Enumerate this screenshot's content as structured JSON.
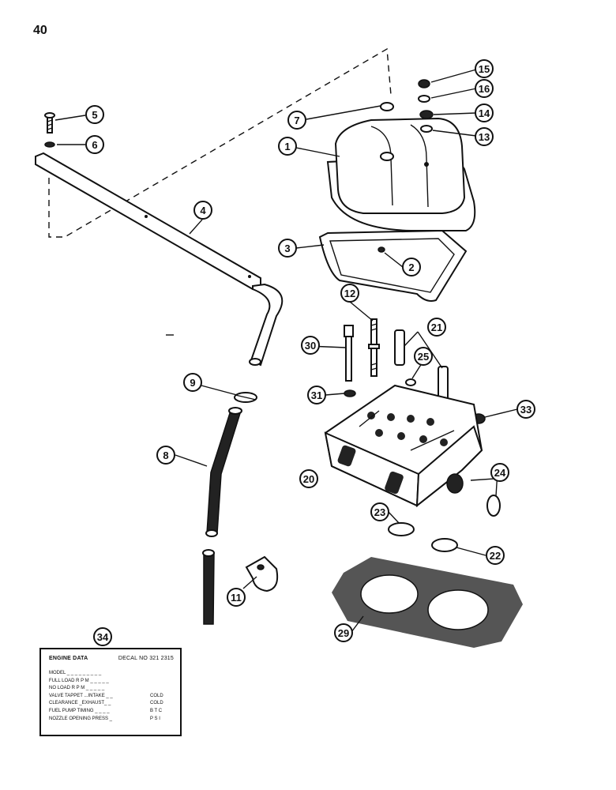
{
  "page": {
    "number": "40"
  },
  "callouts": [
    {
      "id": "c1",
      "label": "1"
    },
    {
      "id": "c2",
      "label": "2"
    },
    {
      "id": "c3",
      "label": "3"
    },
    {
      "id": "c4",
      "label": "4"
    },
    {
      "id": "c5",
      "label": "5"
    },
    {
      "id": "c6",
      "label": "6"
    },
    {
      "id": "c7",
      "label": "7"
    },
    {
      "id": "c8",
      "label": "8"
    },
    {
      "id": "c9",
      "label": "9"
    },
    {
      "id": "c11",
      "label": "11"
    },
    {
      "id": "c12",
      "label": "12"
    },
    {
      "id": "c13",
      "label": "13"
    },
    {
      "id": "c14",
      "label": "14"
    },
    {
      "id": "c15",
      "label": "15"
    },
    {
      "id": "c16",
      "label": "16"
    },
    {
      "id": "c20",
      "label": "20"
    },
    {
      "id": "c21",
      "label": "21"
    },
    {
      "id": "c22",
      "label": "22"
    },
    {
      "id": "c23",
      "label": "23"
    },
    {
      "id": "c24",
      "label": "24"
    },
    {
      "id": "c25",
      "label": "25"
    },
    {
      "id": "c29",
      "label": "29"
    },
    {
      "id": "c30",
      "label": "30"
    },
    {
      "id": "c31",
      "label": "31"
    },
    {
      "id": "c33",
      "label": "33"
    },
    {
      "id": "c34",
      "label": "34"
    }
  ],
  "decal": {
    "title": "ENGINE DATA",
    "decal_no": "DECAL NO  321 2315",
    "rows": [
      {
        "label": "MODEL _ _ _ _ _ _ _ _ _",
        "value": ""
      },
      {
        "label": "FULL LOAD R P M _ _ _ _ _",
        "value": ""
      },
      {
        "label": "NO LOAD R P M _ _ _ _ _",
        "value": ""
      },
      {
        "label": "VALVE TAPPET ...INTAKE _ _",
        "value": "COLD"
      },
      {
        "label": "CLEARANCE _EXHAUST_ _",
        "value": "COLD"
      },
      {
        "label": "FUEL PUMP TIMING _ _ _ _",
        "value": "B T C"
      },
      {
        "label": "NOZZLE OPENING PRESS _",
        "value": "P S I"
      }
    ]
  }
}
